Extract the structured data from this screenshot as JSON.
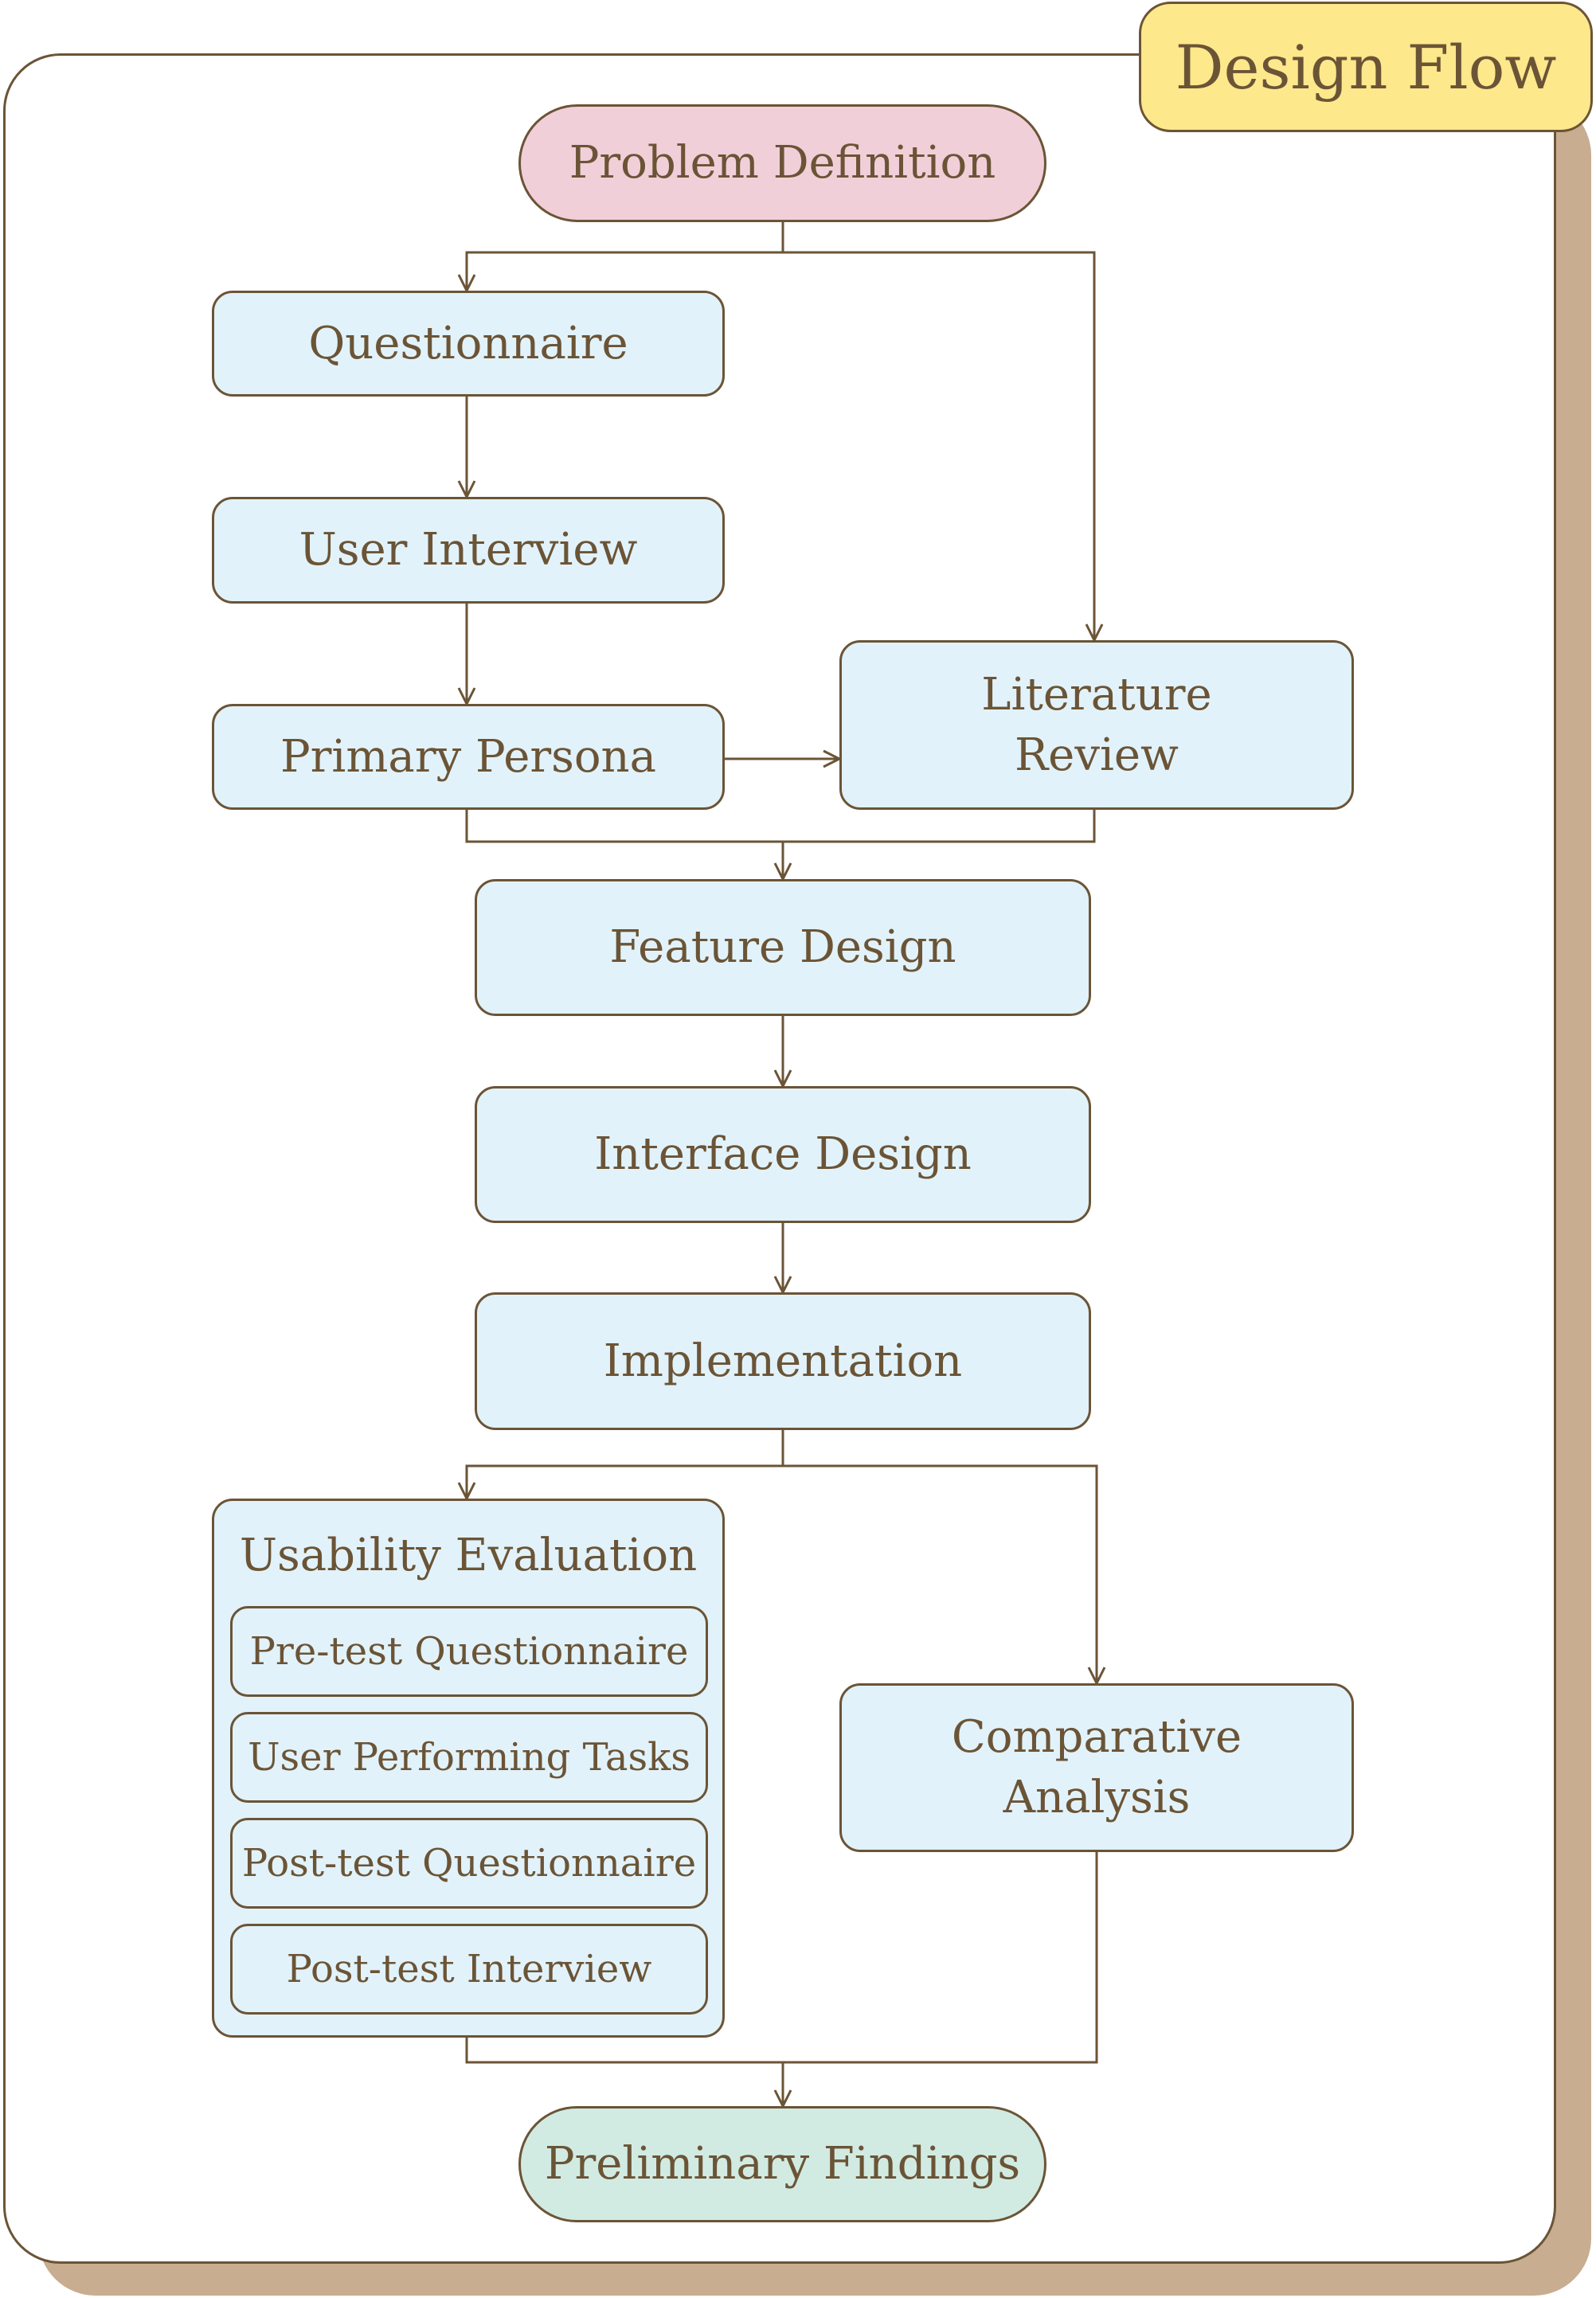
{
  "title": "Design Flow",
  "nodes": {
    "problem_definition": "Problem Definition",
    "questionnaire": "Questionnaire",
    "user_interview": "User Interview",
    "primary_persona": "Primary Persona",
    "literature_review": "Literature\nReview",
    "feature_design": "Feature Design",
    "interface_design": "Interface Design",
    "implementation": "Implementation",
    "comparative_analysis": "Comparative\nAnalysis",
    "preliminary_findings": "Preliminary Findings"
  },
  "usability_evaluation": {
    "title": "Usability Evaluation",
    "steps": [
      "Pre-test Questionnaire",
      "User Performing Tasks",
      "Post-test Questionnaire",
      "Post-test Interview"
    ]
  },
  "colors": {
    "line": "#6b5436",
    "process_fill": "#e1f2fa",
    "start_fill": "#f1cfd9",
    "end_fill": "#d1ebe3",
    "title_fill": "#fde88c",
    "shadow": "#c8ad91"
  }
}
